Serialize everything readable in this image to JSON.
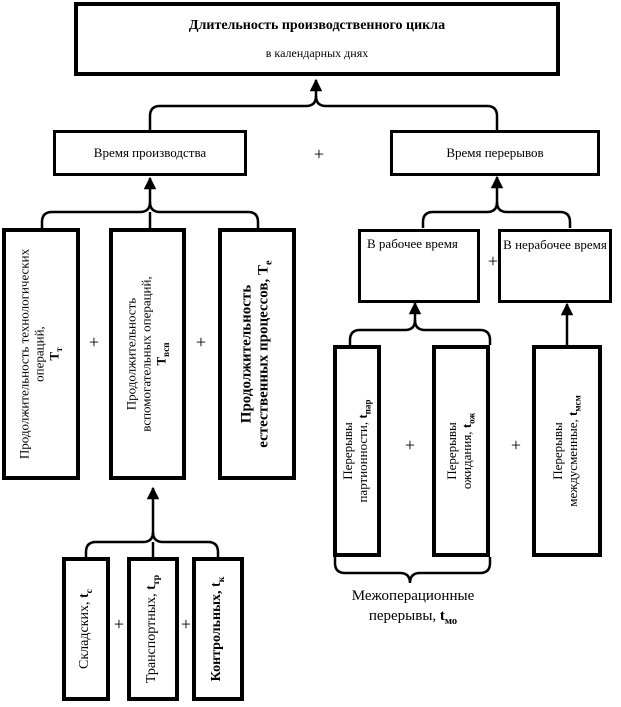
{
  "title": {
    "line1": "Длительность производственного цикла",
    "line2": "в календарных днях"
  },
  "production_time": "Время производства",
  "breaks_time": "Время перерывов",
  "plus": "+",
  "tech_ops": {
    "line1": "Продолжительность технологических",
    "line2": "операций,",
    "symbol": "Т",
    "sub": "т"
  },
  "aux_ops": {
    "line1": "Продолжительность",
    "line2": "вспомогательных операций,",
    "symbol": "Т",
    "sub": "всп"
  },
  "natural_processes": {
    "line1": "Продолжительность",
    "line2": "естественных процессов,",
    "symbol": "Т",
    "sub": "е"
  },
  "working_time": "В рабочее время",
  "nonworking_time": "В нерабочее время",
  "batch_breaks": {
    "line1": "Перерывы",
    "line2": "партионности,",
    "symbol": "t",
    "sub": "пар"
  },
  "waiting_breaks": {
    "line1": "Перерывы",
    "line2": "ожидания,",
    "symbol": "t",
    "sub": "ож"
  },
  "intershift_breaks": {
    "line1": "Перерывы",
    "line2": "междусменные,",
    "symbol": "t",
    "sub": "мсм"
  },
  "storage": {
    "label": "Складских,",
    "symbol": "t",
    "sub": "с"
  },
  "transport": {
    "label": "Транспортных,",
    "symbol": "t",
    "sub": "тр"
  },
  "control": {
    "label": "Контрольных,",
    "symbol": "t",
    "sub": "к"
  },
  "interoperational": {
    "line1": "Межоперационные",
    "line2": "перерывы,",
    "symbol": "t",
    "sub": "мо"
  }
}
